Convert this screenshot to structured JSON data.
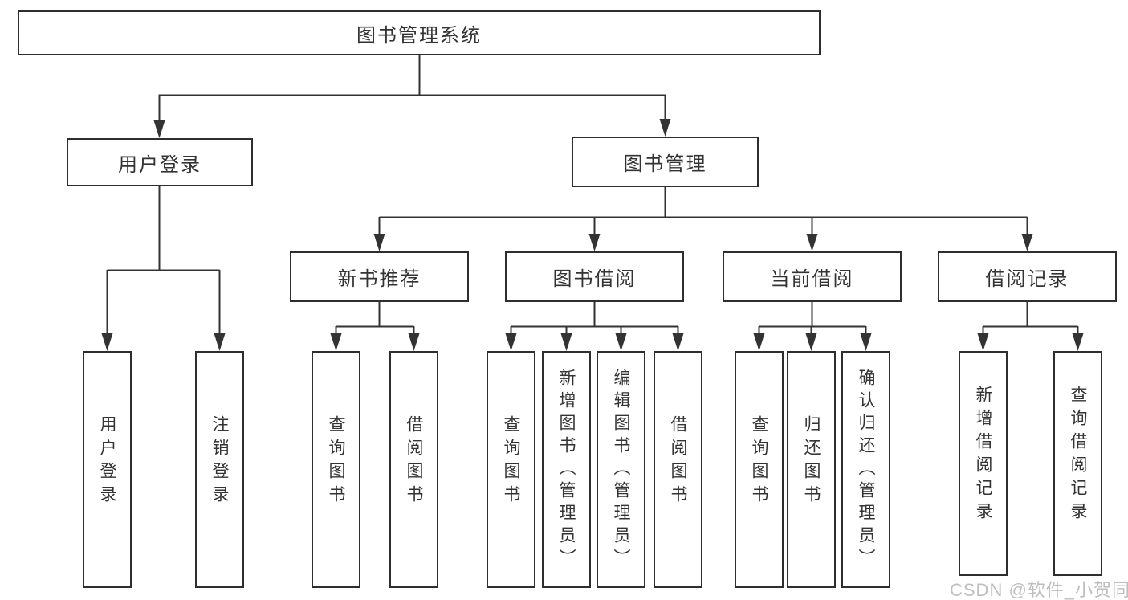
{
  "diagram": {
    "type": "tree",
    "title": "图书管理系统"
  },
  "nodes": {
    "root": {
      "label": "图书管理系统"
    },
    "user_login": {
      "label": "用户登录"
    },
    "book_mgmt": {
      "label": "图书管理"
    },
    "ul_login": {
      "label": "用户登录"
    },
    "ul_logout": {
      "label": "注销登录"
    },
    "new_book_rec": {
      "label": "新书推荐"
    },
    "book_borrow": {
      "label": "图书借阅"
    },
    "current_borrow": {
      "label": "当前借阅"
    },
    "borrow_records": {
      "label": "借阅记录"
    },
    "nbr_query": {
      "label": "查询图书"
    },
    "nbr_borrow": {
      "label": "借阅图书"
    },
    "bb_query": {
      "label": "查询图书"
    },
    "bb_add": {
      "label": "新增图书（管理员）"
    },
    "bb_edit": {
      "label": "编辑图书（管理员）"
    },
    "bb_borrow": {
      "label": "借阅图书"
    },
    "cb_query": {
      "label": "查询图书"
    },
    "cb_return": {
      "label": "归还图书"
    },
    "cb_confirm": {
      "label": "确认归还（管理员）"
    },
    "br_add": {
      "label": "新增借阅记录"
    },
    "br_query": {
      "label": "查询借阅记录"
    }
  },
  "hierarchy": {
    "图书管理系统": {
      "用户登录": [
        "用户登录",
        "注销登录"
      ],
      "图书管理": {
        "新书推荐": [
          "查询图书",
          "借阅图书"
        ],
        "图书借阅": [
          "查询图书",
          "新增图书（管理员）",
          "编辑图书（管理员）",
          "借阅图书"
        ],
        "当前借阅": [
          "查询图书",
          "归还图书",
          "确认归还（管理员）"
        ],
        "借阅记录": [
          "新增借阅记录",
          "查询借阅记录"
        ]
      }
    }
  },
  "watermark": {
    "text": "CSDN @软件_小贺同学"
  },
  "colors": {
    "line": "#333333",
    "border": "#2e2e2e",
    "text": "#333333",
    "box_background": "#ffffff",
    "page_background": "#ffffff",
    "watermark": "#bababa"
  }
}
